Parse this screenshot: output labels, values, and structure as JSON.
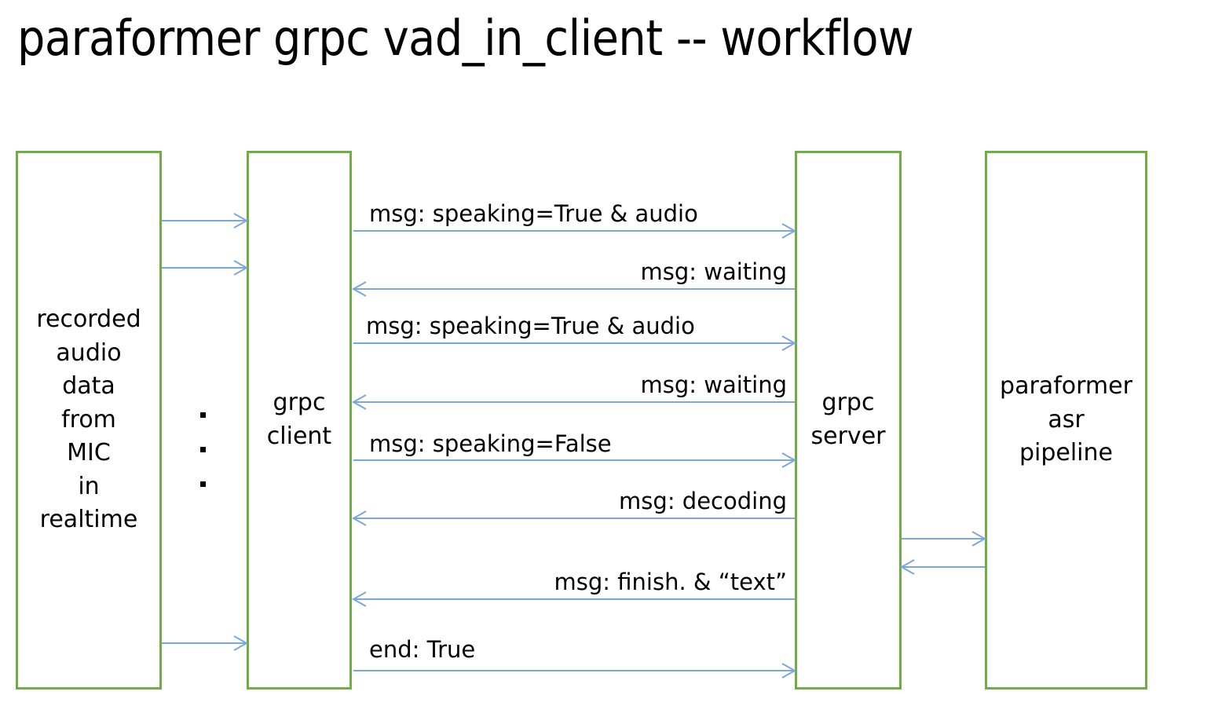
{
  "diagram": {
    "title": "paraformer grpc vad_in_client -- workflow",
    "colors": {
      "box_border": "#70AD47",
      "arrow": "#7BA7DC",
      "text": "#000000",
      "background": "#FFFFFF"
    },
    "lanes": [
      {
        "id": "audio-source",
        "label": "recorded\naudio\ndata\nfrom\nMIC\nin\nrealtime"
      },
      {
        "id": "grpc-client",
        "label": "grpc\nclient"
      },
      {
        "id": "grpc-server",
        "label": "grpc\nserver"
      },
      {
        "id": "asr-pipeline",
        "label": "paraformer\nasr\npipeline"
      }
    ],
    "ellipsis": {
      "dots": 3,
      "meaning": "repeating-audio-chunks"
    },
    "feed_arrows": [
      {
        "id": "audio-chunk-1",
        "from": "audio-source",
        "to": "grpc-client",
        "direction": "right",
        "label": ""
      },
      {
        "id": "audio-chunk-2",
        "from": "audio-source",
        "to": "grpc-client",
        "direction": "right",
        "label": ""
      },
      {
        "id": "audio-chunk-n",
        "from": "audio-source",
        "to": "grpc-client",
        "direction": "right",
        "label": ""
      }
    ],
    "messages": [
      {
        "id": "msg-speaking-true-audio-1",
        "direction": "right",
        "align": "left",
        "label": "msg: speaking=True & audio"
      },
      {
        "id": "msg-waiting-1",
        "direction": "left",
        "align": "right",
        "label": "msg: waiting"
      },
      {
        "id": "msg-speaking-true-audio-2",
        "direction": "right",
        "align": "left",
        "label": "msg: speaking=True & audio"
      },
      {
        "id": "msg-waiting-2",
        "direction": "left",
        "align": "right",
        "label": "msg: waiting"
      },
      {
        "id": "msg-speaking-false",
        "direction": "right",
        "align": "left",
        "label": "msg: speaking=False"
      },
      {
        "id": "msg-decoding",
        "direction": "left",
        "align": "right",
        "label": "msg: decoding"
      },
      {
        "id": "msg-finish-text",
        "direction": "left",
        "align": "right",
        "label": "msg: finish. &  “text”"
      },
      {
        "id": "end-true",
        "direction": "right",
        "align": "left",
        "label": "end: True"
      }
    ],
    "pipeline_arrows": [
      {
        "id": "server-to-pipeline",
        "from": "grpc-server",
        "to": "asr-pipeline",
        "direction": "right",
        "label": ""
      },
      {
        "id": "pipeline-to-server",
        "from": "asr-pipeline",
        "to": "grpc-server",
        "direction": "left",
        "label": ""
      }
    ]
  }
}
